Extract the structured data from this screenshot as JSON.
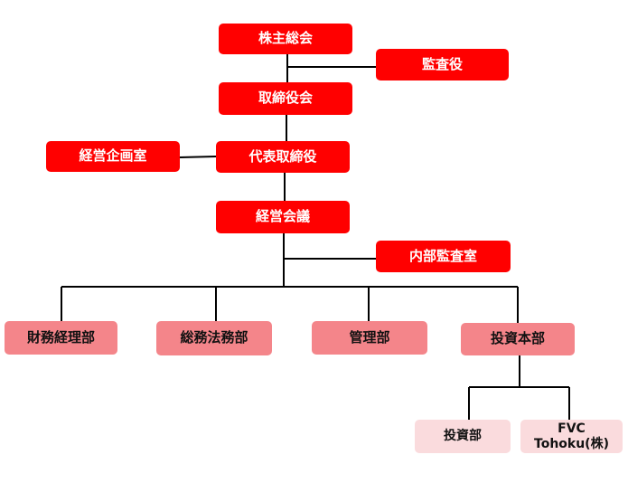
{
  "colors": {
    "top_level": "#ff0000",
    "departments": "#f4858a",
    "sub_units": "#fadbdd",
    "connector": "#000000"
  },
  "org": {
    "shareholders_meeting": "株主総会",
    "auditor": "監査役",
    "board_of_directors": "取締役会",
    "management_planning_office": "経営企画室",
    "representative_director": "代表取締役",
    "management_council": "経営会議",
    "internal_audit_office": "内部監査室",
    "departments": {
      "finance_accounting": "財務経理部",
      "general_affairs_legal": "総務法務部",
      "administration": "管理部",
      "investment_division": "投資本部"
    },
    "sub_units": {
      "investment_dept": "投資部",
      "fvc_line1": "FVC",
      "fvc_line2": "Tohoku(株)"
    }
  }
}
